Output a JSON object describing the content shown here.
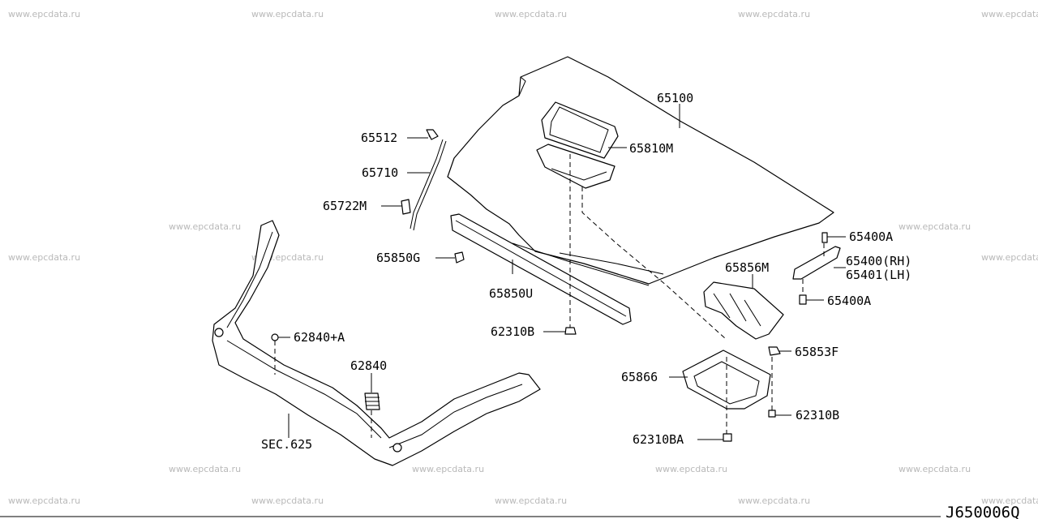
{
  "watermark": "www.epcdata.ru",
  "diagram_code": "J650006Q",
  "part_labels": {
    "p65100": "65100",
    "p65810M": "65810M",
    "p65512": "65512",
    "p65710": "65710",
    "p65722M": "65722M",
    "p65850G": "65850G",
    "p65850U": "65850U",
    "p62310B_a": "62310B",
    "p62840A": "62840+A",
    "p62840": "62840",
    "pSEC625": "SEC.625",
    "p65400A_a": "65400A",
    "p65400RH": "65400(RH)",
    "p65401LH": "65401(LH)",
    "p65400A_b": "65400A",
    "p65856M": "65856M",
    "p65853F": "65853F",
    "p65866": "65866",
    "p62310B_b": "62310B",
    "p62310BA": "62310BA"
  }
}
